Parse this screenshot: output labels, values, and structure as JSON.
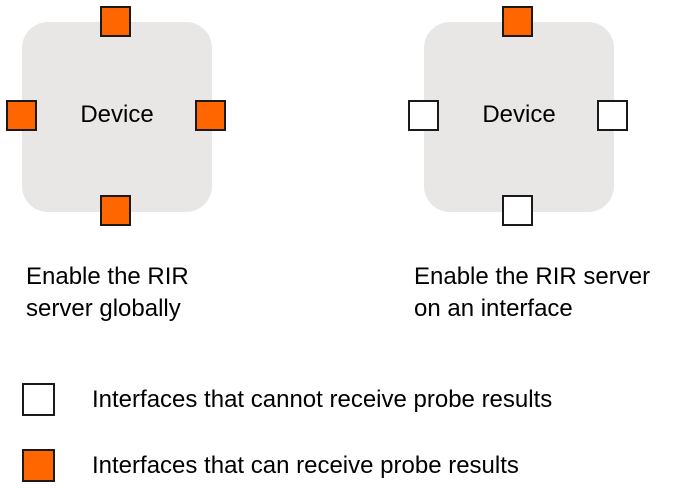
{
  "colors": {
    "device_fill": "#e9e7e5",
    "port_active": "#ff6600",
    "port_inactive": "#ffffff",
    "port_border": "#1a1a1a",
    "text": "#000000"
  },
  "left_diagram": {
    "device_label": "Device",
    "ports": [
      "active",
      "active",
      "active",
      "active"
    ],
    "caption_line1": "Enable the RIR",
    "caption_line2": "server globally"
  },
  "right_diagram": {
    "device_label": "Device",
    "ports": [
      "active",
      "inactive",
      "inactive",
      "inactive"
    ],
    "caption_line1": "Enable the RIR server",
    "caption_line2": "on an interface"
  },
  "legend": [
    {
      "state": "inactive",
      "text": "Interfaces that cannot receive probe results"
    },
    {
      "state": "active",
      "text": "Interfaces that can receive probe results"
    }
  ]
}
